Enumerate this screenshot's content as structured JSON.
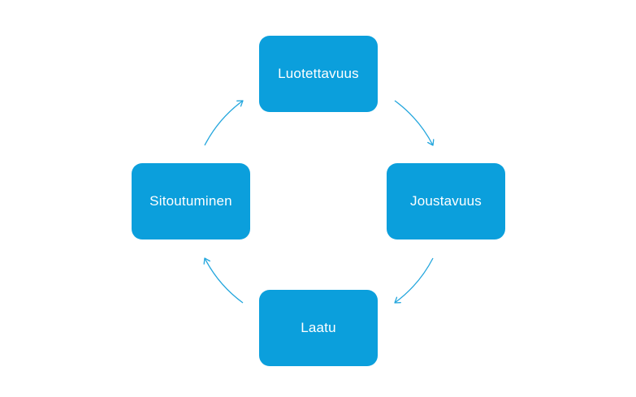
{
  "colors": {
    "node_fill": "#0b9fdc",
    "node_text": "#ffffff",
    "arrow": "#23a6dd",
    "background": "#ffffff"
  },
  "nodes": {
    "top": {
      "label": "Luotettavuus"
    },
    "right": {
      "label": "Joustavuus"
    },
    "bottom": {
      "label": "Laatu"
    },
    "left": {
      "label": "Sitoutuminen"
    }
  },
  "edges": [
    {
      "from": "top",
      "to": "right"
    },
    {
      "from": "right",
      "to": "bottom"
    },
    {
      "from": "bottom",
      "to": "left"
    },
    {
      "from": "left",
      "to": "top"
    }
  ]
}
